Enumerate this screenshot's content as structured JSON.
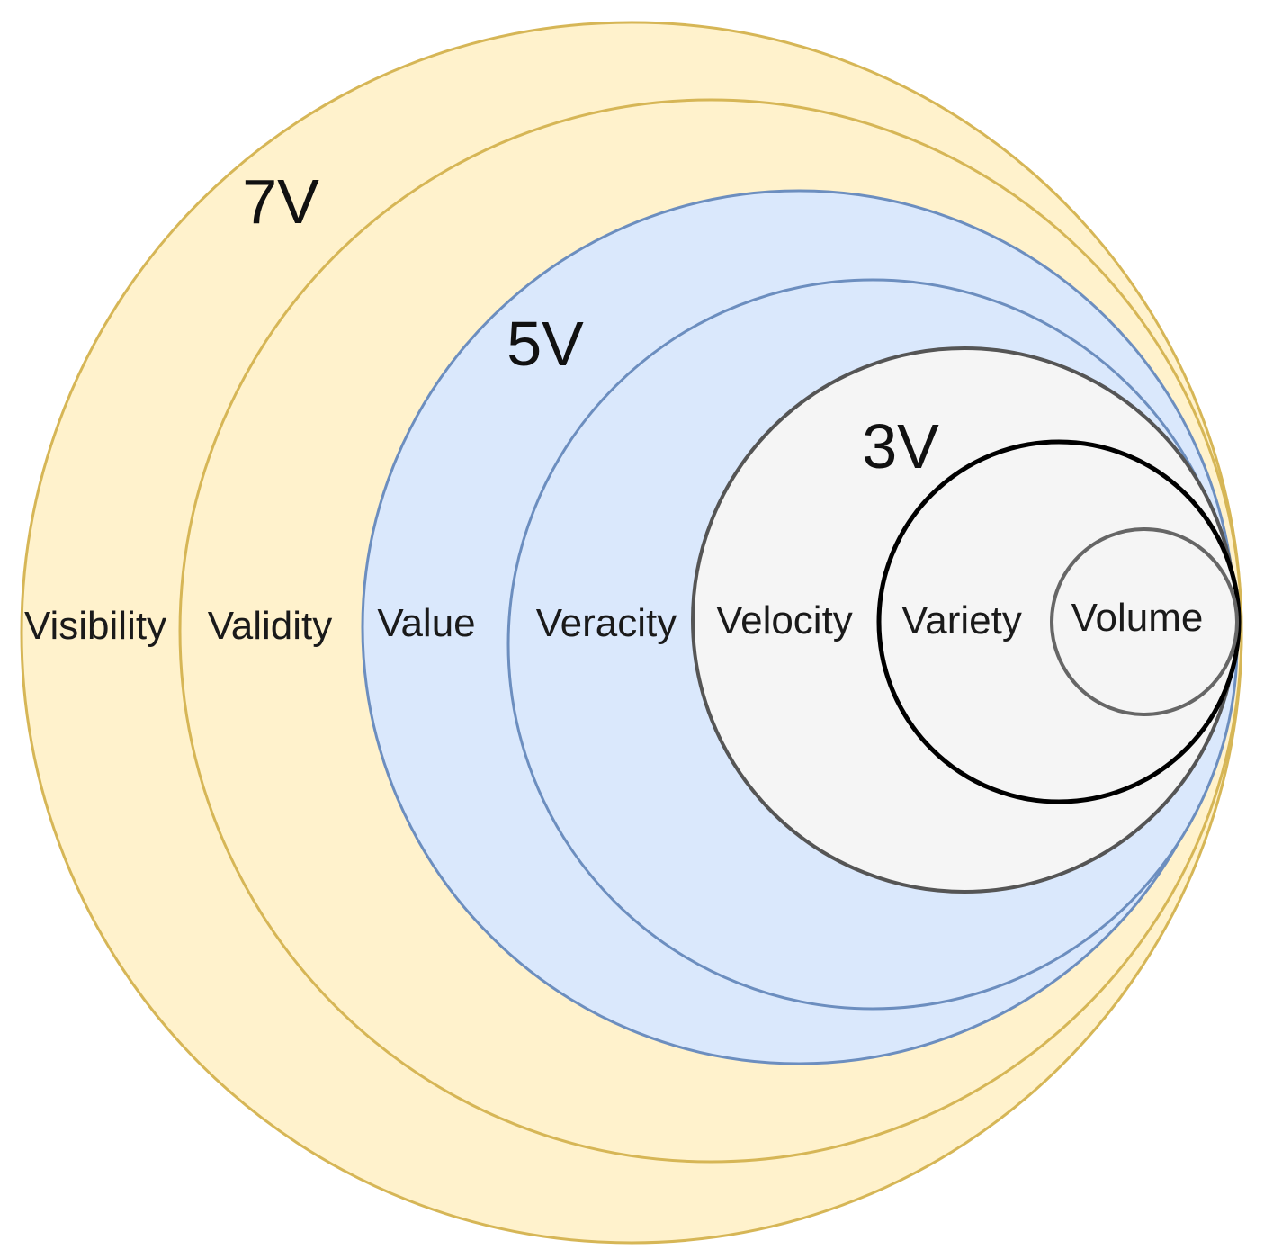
{
  "diagram": {
    "group_labels": {
      "seven_v": "7V",
      "five_v": "5V",
      "three_v": "3V"
    },
    "rings": [
      {
        "id": "visibility",
        "label": "Visibility",
        "group": "7V"
      },
      {
        "id": "validity",
        "label": "Validity",
        "group": "7V"
      },
      {
        "id": "value",
        "label": "Value",
        "group": "5V"
      },
      {
        "id": "veracity",
        "label": "Veracity",
        "group": "5V"
      },
      {
        "id": "velocity",
        "label": "Velocity",
        "group": "3V"
      },
      {
        "id": "variety",
        "label": "Variety",
        "group": "3V"
      },
      {
        "id": "volume",
        "label": "Volume",
        "group": "3V"
      }
    ],
    "colors": {
      "seven_v_fill": "#fff2cc",
      "seven_v_stroke": "#d6b656",
      "five_v_fill": "#dae8fc",
      "five_v_stroke": "#6c8ebf",
      "three_v_fill": "#f5f5f5",
      "three_v_stroke": "#666666",
      "variety_stroke": "#000000"
    }
  }
}
